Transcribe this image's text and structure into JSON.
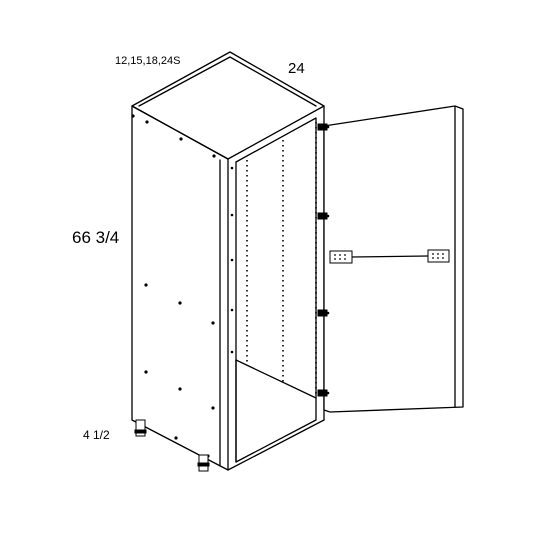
{
  "labels": {
    "widths": "12,15,18,24S",
    "depth": "24",
    "height": "66 3/4",
    "toe_kick": "4 1/2"
  },
  "colors": {
    "line": "#000000",
    "background": "#ffffff"
  }
}
